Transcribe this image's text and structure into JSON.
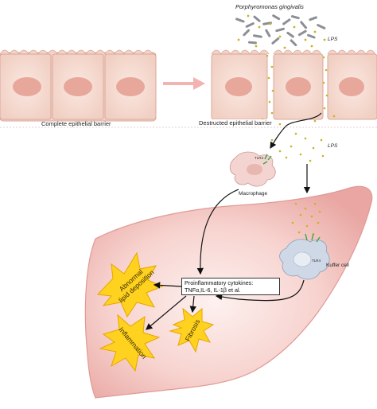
{
  "labels": {
    "bacteria": "Porphyromonas gingivalis",
    "lps_top": "LPS",
    "lps_mid": "LPS",
    "complete_barrier": "Complete epithelial barrier",
    "destructed_barrier": "Destructed epithelial barrier",
    "tlr4_macrophage": "TLR4",
    "tlr4_kupffer": "TLR4",
    "macrophage": "Macrophage",
    "kupffer": "Kuffer cell",
    "cytokines_line1": "Proinflammatory cytokines:",
    "cytokines_line2": "TNFα,IL-6, IL-1β et al.",
    "outcome_lipid_line1": "Abnormal",
    "outcome_lipid_line2": "lipid deposition",
    "outcome_inflammation": "Inflammation",
    "outcome_fibrosis": "Fibrosis"
  },
  "colors": {
    "cell_fill": "#f6dcd3",
    "cell_stroke": "#d9a99a",
    "nucleus": "#e7a79a",
    "liver_outer": "#f0b8b3",
    "liver_inner": "#fbe6e3",
    "star_fill": "#ffd21f",
    "star_stroke": "#e8a400",
    "lps_dot": "#c8b424",
    "arrow_pink": "#f2b3b3",
    "kupffer_fill": "#cfd8e6",
    "macrophage_fill": "#f4d4d0"
  }
}
